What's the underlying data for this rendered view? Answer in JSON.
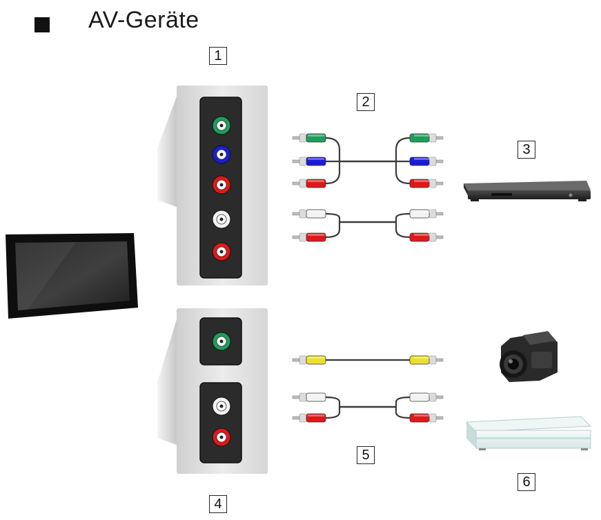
{
  "title": "AV-Geräte",
  "labels": {
    "n1": "1",
    "n2": "2",
    "n3": "3",
    "n4": "4",
    "n5": "5",
    "n6": "6"
  },
  "colors": {
    "green": "#1e9e5a",
    "blue": "#1c1cd6",
    "red": "#e01818",
    "white": "#f2f2f2",
    "yellow": "#ece02a",
    "panel": "#d9d9d9",
    "jack_bg": "#2b2b2b"
  }
}
